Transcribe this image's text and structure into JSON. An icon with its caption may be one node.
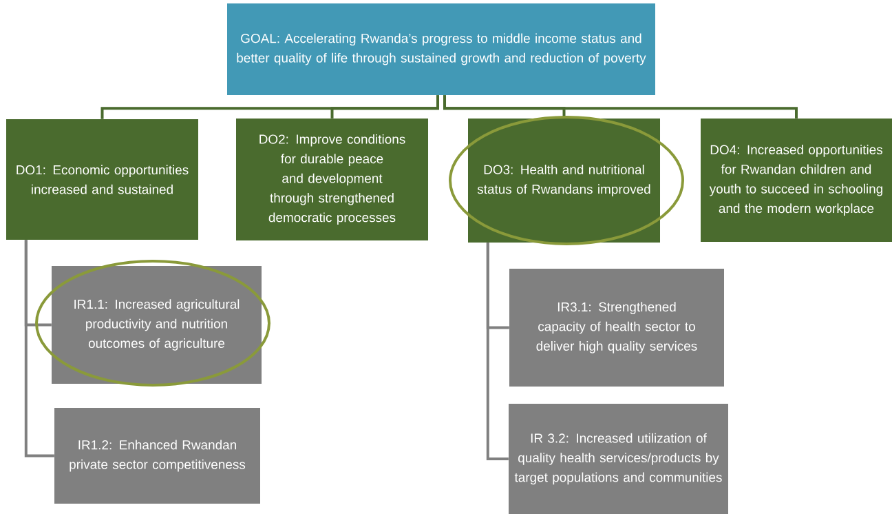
{
  "diagram": {
    "nodes": [
      {
        "text": [
          "GOAL: Accelerating Rwanda’s progress to middle income status and better quality of life through sustained growth and reduction of poverty"
        ]
      },
      {
        "text": [
          "DO1: Economic opportunities increased and sustained"
        ]
      },
      {
        "text": [
          "DO2: Improve conditions for durable peace and development through strengthened democratic processes"
        ]
      },
      {
        "text": [
          "DO3: Health and nutritional status of Rwandans improved"
        ]
      },
      {
        "text": [
          "DO4: Increased opportunities for Rwandan children and youth to succeed in schooling and the modern workplace"
        ]
      },
      {
        "text": [
          "IR1.1: Increased agricultural productivity and nutrition outcomes of agriculture"
        ]
      },
      {
        "text": [
          "IR1.2: Enhanced Rwandan private sector competitiveness"
        ]
      },
      {
        "text": [
          "IR3.1: Strengthened capacity of health sector to deliver high quality services"
        ]
      },
      {
        "text": [
          "IR 3.2: Increased utilization of quality health services/products by target populations and communities"
        ]
      }
    ],
    "edges": [
      {
        "from": 0,
        "to": 1,
        "arrow": "none",
        "color": "#4a6b2e"
      },
      {
        "from": 0,
        "to": 2,
        "arrow": "none",
        "color": "#4a6b2e"
      },
      {
        "from": 0,
        "to": 3,
        "arrow": "none",
        "color": "#4a6b2e"
      },
      {
        "from": 0,
        "to": 4,
        "arrow": "none",
        "color": "#4a6b2e"
      },
      {
        "from": 1,
        "to": 5,
        "arrow": "none",
        "color": "#808080"
      },
      {
        "from": 1,
        "to": 6,
        "arrow": "none",
        "color": "#808080"
      },
      {
        "from": 3,
        "to": 7,
        "arrow": "none",
        "color": "#808080"
      },
      {
        "from": 3,
        "to": 8,
        "arrow": "none",
        "color": "#808080"
      }
    ]
  }
}
